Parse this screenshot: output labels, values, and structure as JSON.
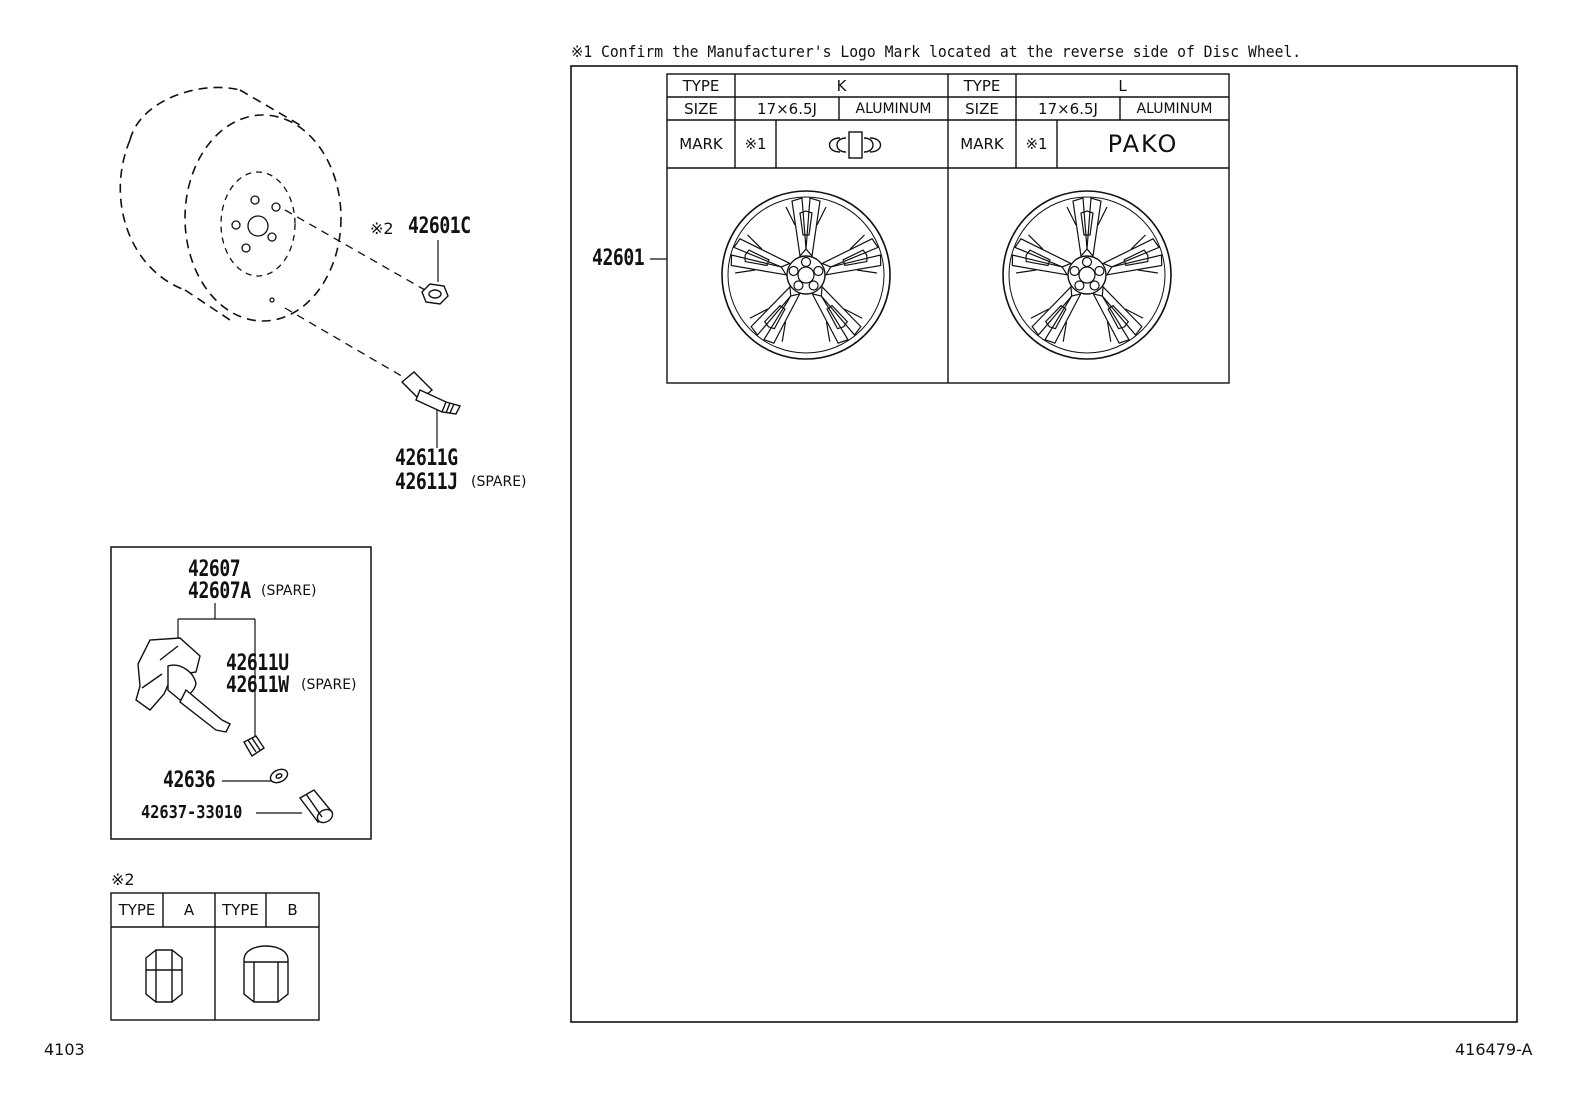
{
  "note_header": "※1  Confirm the Manufacturer's Logo Mark located at the reverse side of Disc Wheel.",
  "wheel_callouts": {
    "nut_prefix": "※2",
    "nut": "42601C",
    "valve": "42611G",
    "valve_spare": "42611J",
    "disc_wheel": "42601"
  },
  "spare_label": "(SPARE)",
  "sensor_box": {
    "sensor": "42607",
    "sensor_spare": "42607A",
    "valve": "42611U",
    "valve_spare": "42611W",
    "washer": "42636",
    "cap": "42637-33010"
  },
  "nut_table": {
    "title": "※2",
    "type_label": "TYPE",
    "type_a": "A",
    "type_b": "B"
  },
  "wheel_table": {
    "type_label": "TYPE",
    "size_label": "SIZE",
    "mark_label": "MARK",
    "note_ref": "※1",
    "columns": [
      {
        "type": "K",
        "size": "17×6.5J",
        "material": "ALUMINUM",
        "mark": "logo"
      },
      {
        "type": "L",
        "size": "17×6.5J",
        "material": "ALUMINUM",
        "mark": "PAKO"
      }
    ]
  },
  "footer": {
    "left_code": "4103",
    "right_code": "416479-A"
  }
}
